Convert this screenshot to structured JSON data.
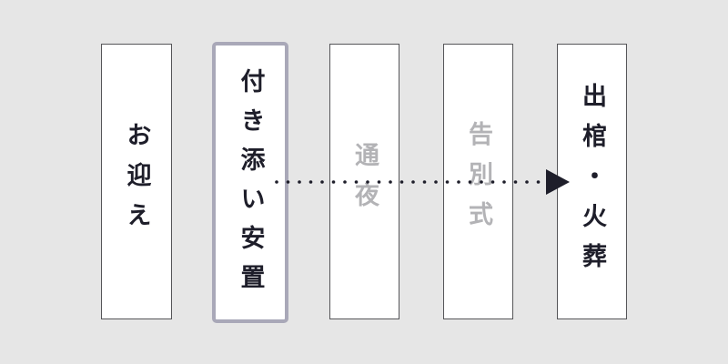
{
  "diagram": {
    "type": "process-flow",
    "direction": "left-to-right",
    "steps": [
      {
        "id": "s1",
        "label": "お迎え",
        "state": "active"
      },
      {
        "id": "s2",
        "label": "付き添い安置",
        "state": "current"
      },
      {
        "id": "s3",
        "label": "通夜",
        "state": "skipped"
      },
      {
        "id": "s4",
        "label": "告別式",
        "state": "skipped"
      },
      {
        "id": "s5",
        "label": "出棺・火葬",
        "state": "active"
      }
    ],
    "connector": {
      "from": "付き添い安置",
      "to": "出棺・火葬",
      "style": "dotted-arrow",
      "skips": [
        "通夜",
        "告別式"
      ]
    },
    "colors": {
      "background": "#e6e6e6",
      "box_fill": "#ffffff",
      "box_border": "#555558",
      "current_border": "#a9a8b8",
      "text_active": "#1e1e2a",
      "text_muted": "#b3b3b6",
      "arrow": "#1e1e2a"
    }
  }
}
